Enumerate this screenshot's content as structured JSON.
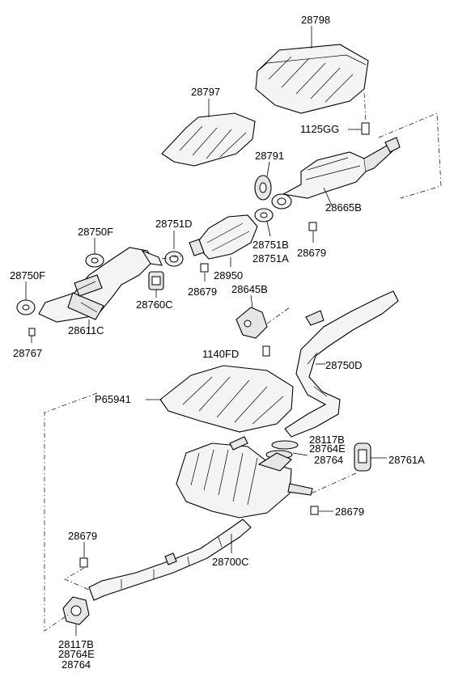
{
  "diagram": {
    "labels": {
      "heat_shield_upper": "28798",
      "heat_shield_mid": "28797",
      "bolt_1125gg": "1125GG",
      "hanger_28791": "28791",
      "converter_pipe_28665b": "28665B",
      "gasket_28751d": "28751D",
      "flange_28750f_top": "28750F",
      "flange_28750f_left": "28750F",
      "gasket_28751b": "28751B",
      "gasket_28751a": "28751A",
      "nut_28679_upper": "28679",
      "converter_28950": "28950",
      "nut_28679_mid": "28679",
      "hanger_28760c": "28760C",
      "manifold_28611c": "28611C",
      "stud_28767": "28767",
      "bracket_28645b": "28645B",
      "bolt_1140fd": "1140FD",
      "pipe_28750d": "28750D",
      "heat_shield_p65941": "P65941",
      "gasket_28117b_right": "28117B",
      "gasket_28764e_right": "28764E",
      "gasket_28764_right": "28764",
      "hanger_28761a": "28761A",
      "nut_28679_right": "28679",
      "nut_28679_lower": "28679",
      "pipe_28700c": "28700C",
      "gasket_28117b_bottom": "28117B",
      "gasket_28764e_bottom": "28764E",
      "gasket_28764_bottom": "28764"
    }
  }
}
